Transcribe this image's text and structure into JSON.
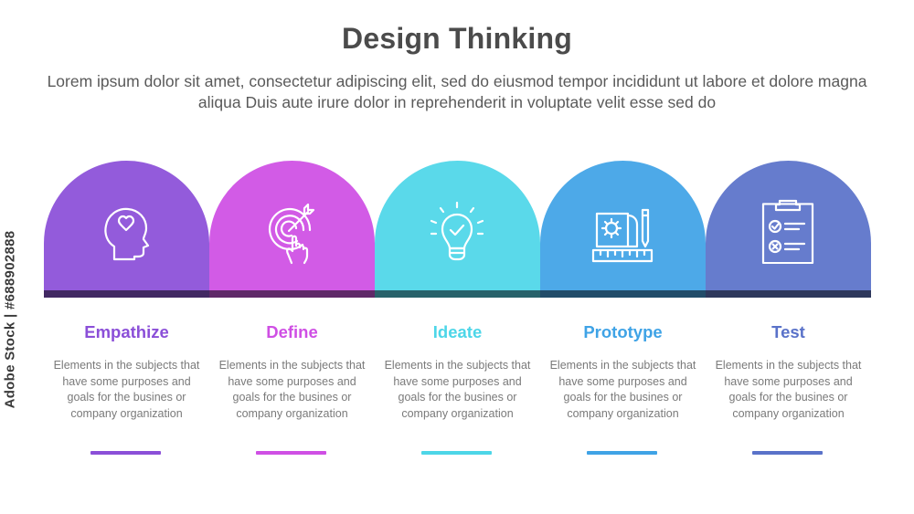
{
  "title": "Design Thinking",
  "subtitle": "Lorem ipsum dolor sit amet, consectetur adipiscing elit, sed do eiusmod tempor incididunt ut labore et dolore magna aliqua Duis aute irure dolor in reprehenderit in voluptate velit esse sed do",
  "watermark": "Adobe Stock | #688902888",
  "steps": [
    {
      "label": "Empathize",
      "description": "Elements in the subjects that have some purposes and goals for the  busines or company organization",
      "color": "#8b4fd8",
      "icon": "head-with-heart-icon"
    },
    {
      "label": "Define",
      "description": "Elements in the subjects that have some purposes and goals for the  busines or company organization",
      "color": "#cf4fe4",
      "icon": "target-with-hand-icon"
    },
    {
      "label": "Ideate",
      "description": "Elements in the subjects that have some purposes and goals for the  busines or company organization",
      "color": "#4dd6e8",
      "icon": "lightbulb-check-icon"
    },
    {
      "label": "Prototype",
      "description": "Elements in the subjects that have some purposes and goals for the  busines or company organization",
      "color": "#3fa3e6",
      "icon": "blueprint-ruler-icon"
    },
    {
      "label": "Test",
      "description": "Elements in the subjects that have some purposes and goals for the  busines or company organization",
      "color": "#5a72c9",
      "icon": "clipboard-checklist-icon"
    }
  ]
}
